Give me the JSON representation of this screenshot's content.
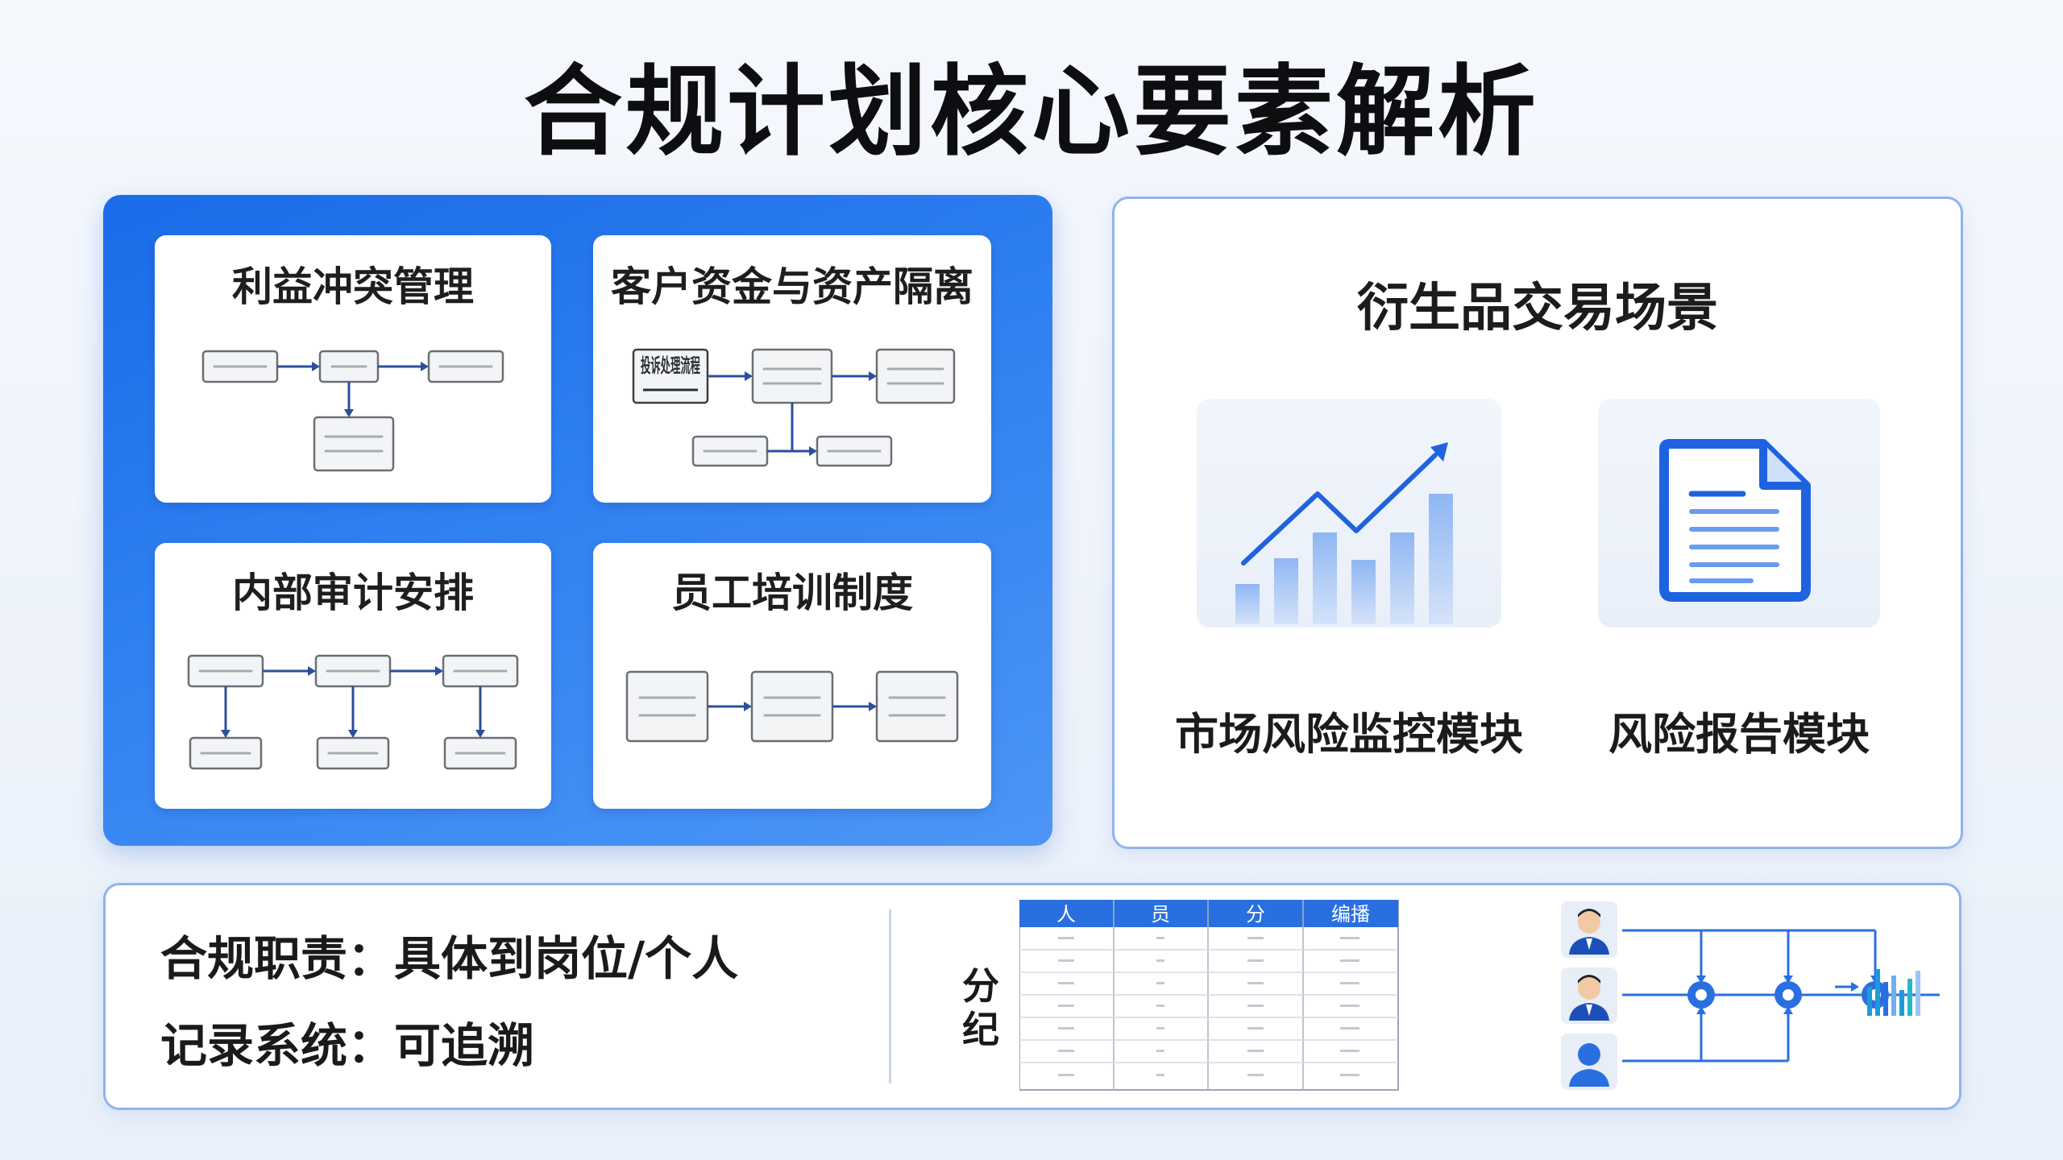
{
  "title": "合规计划核心要素解析",
  "cards": [
    {
      "title": "利益冲突管理"
    },
    {
      "title": "客户资金与资产隔离",
      "highlight_node": "投诉处理流程"
    },
    {
      "title": "内部审计安排"
    },
    {
      "title": "员工培训制度"
    }
  ],
  "derivatives": {
    "title": "衍生品交易场景",
    "modules": [
      {
        "label": "市场风险监控模块",
        "icon": "line-bar-chart-icon"
      },
      {
        "label": "风险报告模块",
        "icon": "document-icon"
      }
    ]
  },
  "bottom": {
    "statements": [
      "合规职责：具体到岗位/个人",
      "记录系统：可追溯"
    ],
    "side_label": "分纪",
    "table_headers": [
      "人",
      "员",
      "分",
      "编播"
    ],
    "icons": [
      "person-icon",
      "person-icon",
      "person-icon",
      "node-icon",
      "bar-chart-icon"
    ]
  },
  "colors": {
    "accent": "#2f80f1",
    "panel_border": "#8fb3ee",
    "table_header": "#2a6fe0"
  }
}
